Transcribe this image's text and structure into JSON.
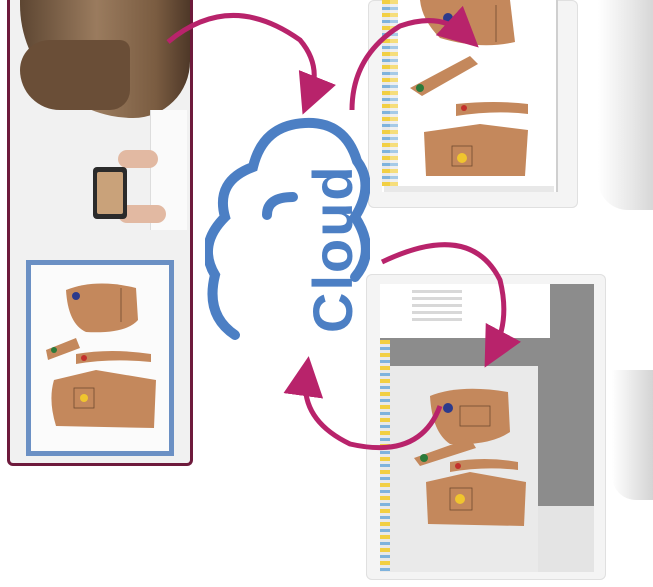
{
  "cloud": {
    "label": "Cloud",
    "color": "#4c7fc4"
  },
  "colors": {
    "arrow": "#b8236b",
    "panel_border": "#6e1a3c",
    "board_border": "#6b90c4",
    "pattern_piece": "#c4885c"
  },
  "icons": {
    "left_photo": "person-photographing-patterns",
    "top_monitor": "cad-software-screen",
    "bottom_monitor": "cad-software-screen"
  }
}
